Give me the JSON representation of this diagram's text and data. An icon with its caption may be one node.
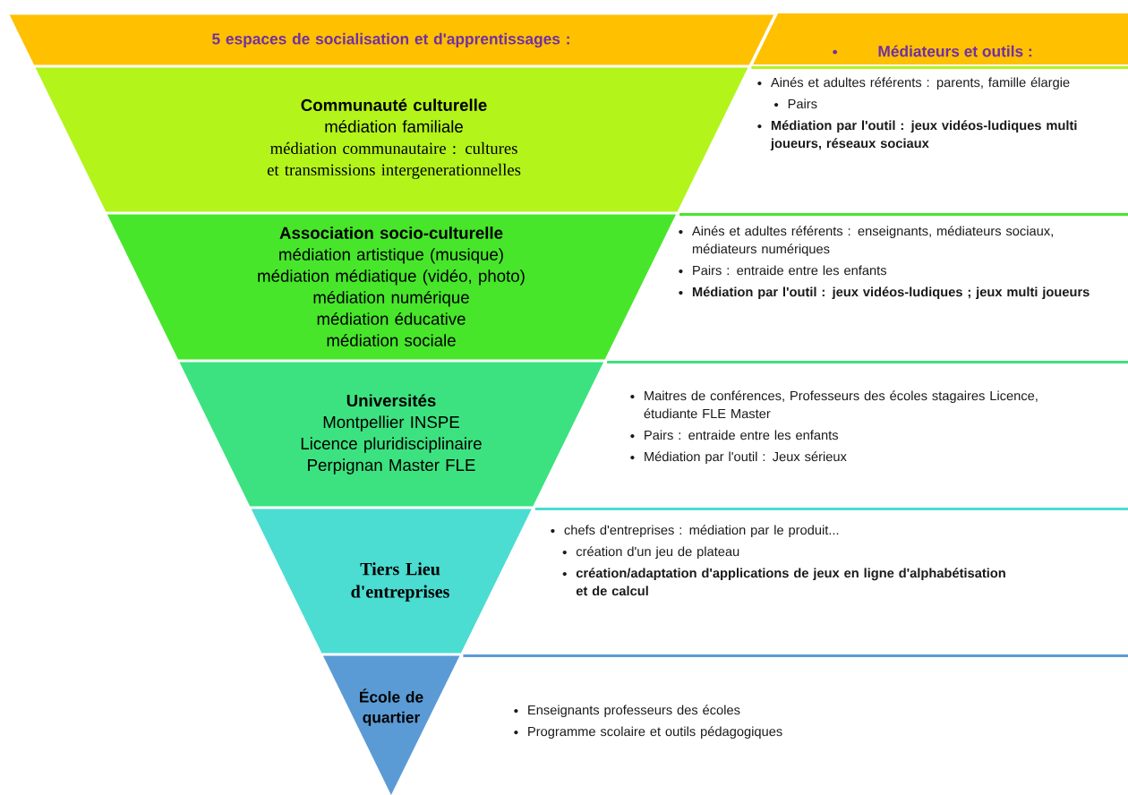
{
  "diagram": {
    "nodes": [
      {
        "text": [
          "5 espaces de socialisation et d'apprentissages :"
        ]
      },
      {
        "text": [
          "Médiateurs et outils :"
        ]
      },
      {
        "text": [
          "Communauté culturelle",
          "médiation familiale",
          "médiation communautaire : cultures et transmissions intergenerationnelles"
        ]
      },
      {
        "text": [
          "Ainés et adultes référents : parents, famille élargie",
          "Pairs",
          "Médiation par l'outil : jeux vidéos-ludiques multi joueurs, réseaux sociaux"
        ]
      },
      {
        "text": [
          "Association socio-culturelle",
          "médiation artistique (musique)",
          "médiation médiatique (vidéo, photo)",
          "médiation numérique",
          "médiation éducative",
          "médiation sociale"
        ]
      },
      {
        "text": [
          "Ainés et adultes référents : enseignants, médiateurs sociaux, médiateurs numériques",
          "Pairs : entraide entre les enfants",
          "Médiation par l'outil : jeux vidéos-ludiques ; jeux multi joueurs"
        ]
      },
      {
        "text": [
          "Universités",
          "Montpellier INSPE Licence pluridisciplinaire",
          "Perpignan Master FLE"
        ]
      },
      {
        "text": [
          "Maitres de conférences, Professeurs des écoles stagaires Licence, étudiante FLE Master",
          "Pairs : entraide entre les enfants",
          "Médiation par l'outil : Jeux sérieux"
        ]
      },
      {
        "text": [
          "Tiers Lieu d'entreprises"
        ]
      },
      {
        "text": [
          "chefs d'entreprises : médiation par le produit...",
          "création d'un jeu de plateau",
          "création/adaptation d'applications de jeux en ligne d'alphabétisation et de calcul"
        ]
      },
      {
        "text": [
          "École de quartier"
        ]
      },
      {
        "text": [
          "Enseignants professeurs des écoles",
          "Programme scolaire et outils pédagogiques"
        ]
      }
    ],
    "edges": []
  }
}
